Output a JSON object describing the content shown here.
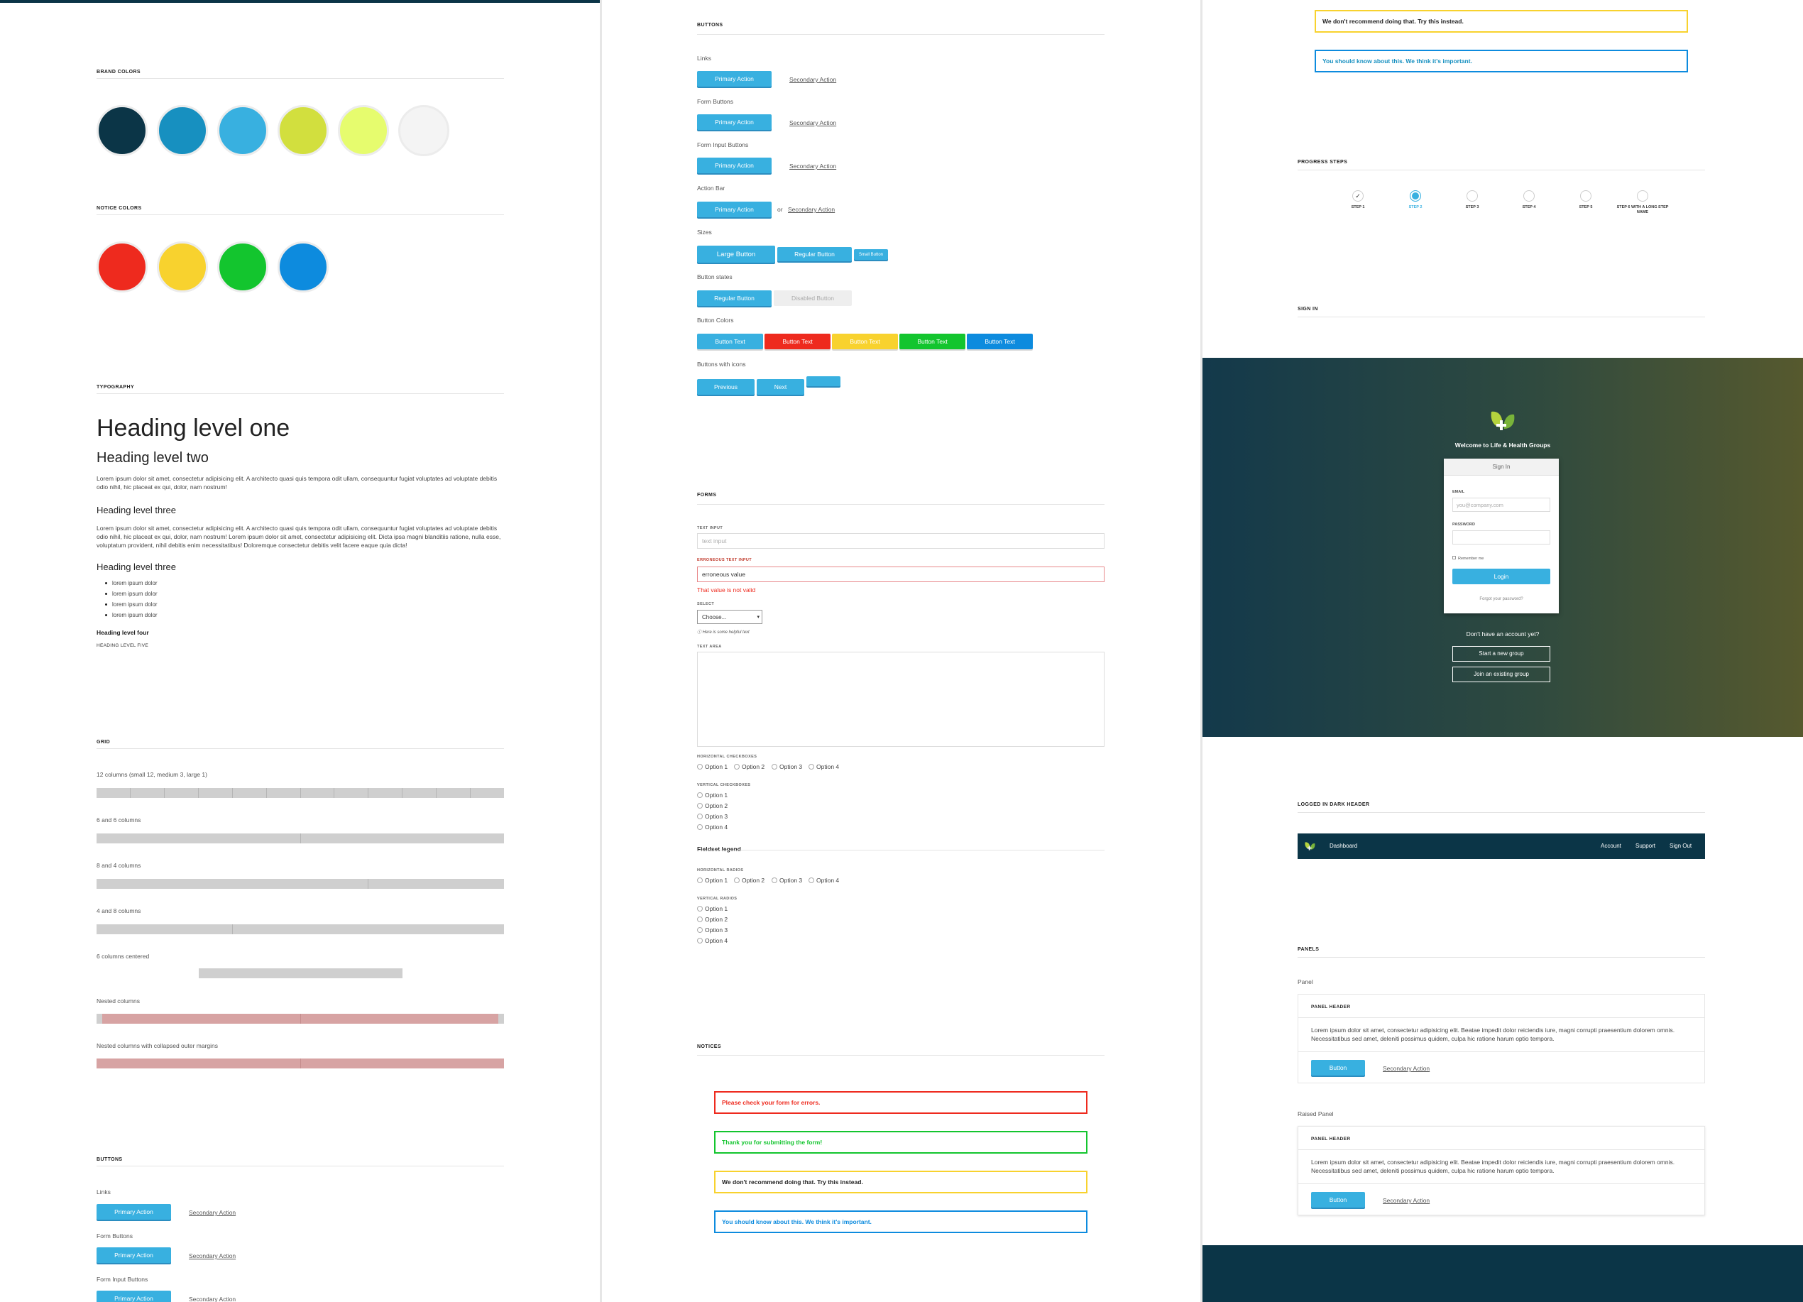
{
  "col1": {
    "brand_title": "BRAND COLORS",
    "brand_colors": [
      "#0b3547",
      "#1790c0",
      "#38b0e0",
      "#d2df3e",
      "#e6fc6e",
      "#f4f4f4"
    ],
    "notice_title": "NOTICE COLORS",
    "notice_colors": [
      "#ee2a1e",
      "#f8d22e",
      "#13c52e",
      "#0d8bde"
    ],
    "typography_title": "TYPOGRAPHY",
    "h1": "Heading level one",
    "h2": "Heading level two",
    "p1": "Lorem ipsum dolor sit amet, consectetur adipisicing elit. A architecto quasi quis tempora odit ullam, consequuntur fugiat voluptates ad voluptate debitis odio nihil, hic placeat ex qui, dolor, nam nostrum!",
    "h3a": "Heading level three",
    "p2": "Lorem ipsum dolor sit amet, consectetur adipisicing elit. A architecto quasi quis tempora odit ullam, consequuntur fugiat voluptates ad voluptate debitis odio nihil, hic placeat ex qui, dolor, nam nostrum! Lorem ipsum dolor sit amet, consectetur adipisicing elit. Dicta ipsa magni blanditiis ratione, nulla esse, voluptatum provident, nihil debitis enim necessitatibus! Doloremque consectetur debitis velit facere eaque quia dicta!",
    "h3b": "Heading level three",
    "list": [
      "lorem ipsum dolor",
      "lorem ipsum dolor",
      "lorem ipsum dolor",
      "lorem ipsum dolor"
    ],
    "h4": "Heading level four",
    "h5": "HEADING LEVEL FIVE",
    "grid_title": "GRID",
    "grid_labels": [
      "12 columns (small 12, medium 3, large 1)",
      "6 and 6 columns",
      "8 and 4 columns",
      "4 and 8 columns",
      "6 columns centered",
      "Nested columns",
      "Nested columns with collapsed outer margins"
    ],
    "buttons_title": "BUTTONS",
    "btn_labels": [
      "Links",
      "Form Buttons",
      "Form Input Buttons"
    ],
    "primary": "Primary Action",
    "secondary": "Secondary Action"
  },
  "col2": {
    "buttons_title": "BUTTONS",
    "labels": [
      "Links",
      "Form Buttons",
      "Form Input Buttons",
      "Action Bar",
      "Sizes",
      "Button states",
      "Button Colors",
      "Buttons with icons"
    ],
    "primary": "Primary Action",
    "secondary": "Secondary Action",
    "or": "or",
    "large": "Large Button",
    "regular": "Regular Button",
    "small": "Small Button",
    "disabled": "Disabled Button",
    "button_text": "Button Text",
    "color_buttons": [
      "#38b0e0",
      "#ee2a1e",
      "#f8d22e",
      "#13c52e",
      "#0d8bde"
    ],
    "previous": "Previous",
    "next": "Next",
    "forms_title": "FORMS",
    "text_input_label": "TEXT INPUT",
    "text_input_placeholder": "text input",
    "err_label": "ERRONEOUS TEXT INPUT",
    "err_value": "erroneous value",
    "err_msg": "That value is not valid",
    "select_label": "SELECT",
    "select_value": "Choose...",
    "helpful": "Here is some helpful text",
    "textarea_label": "TEXT AREA",
    "hcheck_label": "HORIZONTAL CHECKBOXES",
    "vcheck_label": "VERTICAL CHECKBOXES",
    "options": [
      "Option 1",
      "Option 2",
      "Option 3",
      "Option 4"
    ],
    "fieldset": "Fieldset legend",
    "hradio_label": "HORIZONTAL RADIOS",
    "vradio_label": "VERTICAL RADIOS",
    "notices_title": "NOTICES",
    "notices": [
      {
        "text": "Please check your form for errors.",
        "color": "#ee2a1e"
      },
      {
        "text": "Thank you for submitting the form!",
        "color": "#13c52e"
      },
      {
        "text": "We don't recommend doing that. Try this instead.",
        "color": "#f8d22e"
      },
      {
        "text": "You should know about this. We think it's important.",
        "color": "#0d8bde"
      }
    ]
  },
  "col3": {
    "notice_warn": "We don't recommend doing that. Try this instead.",
    "notice_info": "You should know about this. We think it's important.",
    "progress_title": "PROGRESS STEPS",
    "steps": [
      "STEP 1",
      "STEP 2",
      "STEP 3",
      "STEP 4",
      "STEP 5",
      "STEP 6 WITH A LONG STEP NAME"
    ],
    "signin_title": "SIGN IN",
    "welcome": "Welcome to Life & Health Groups",
    "signin_header": "Sign In",
    "email_label": "EMAIL",
    "email_placeholder": "you@company.com",
    "password_label": "PASSWORD",
    "remember": "Remember me",
    "login": "Login",
    "forgot": "Forgot your password?",
    "no_account": "Don't have an account yet?",
    "start_group": "Start a new group",
    "join_group": "Join an existing group",
    "dark_header_title": "LOGGED IN DARK HEADER",
    "nav": {
      "dashboard": "Dashboard",
      "account": "Account",
      "support": "Support",
      "signout": "Sign Out"
    },
    "panels_title": "PANELS",
    "panel_label": "Panel",
    "raised_label": "Raised Panel",
    "panel_header": "PANEL HEADER",
    "panel_text": "Lorem ipsum dolor sit amet, consectetur adipisicing elit. Beatae impedit dolor reiciendis iure, magni corrupti praesentium dolorem omnis. Necessitatibus sed amet, deleniti possimus quidem, culpa hic ratione harum optio tempora.",
    "button": "Button",
    "secondary": "Secondary Action"
  }
}
